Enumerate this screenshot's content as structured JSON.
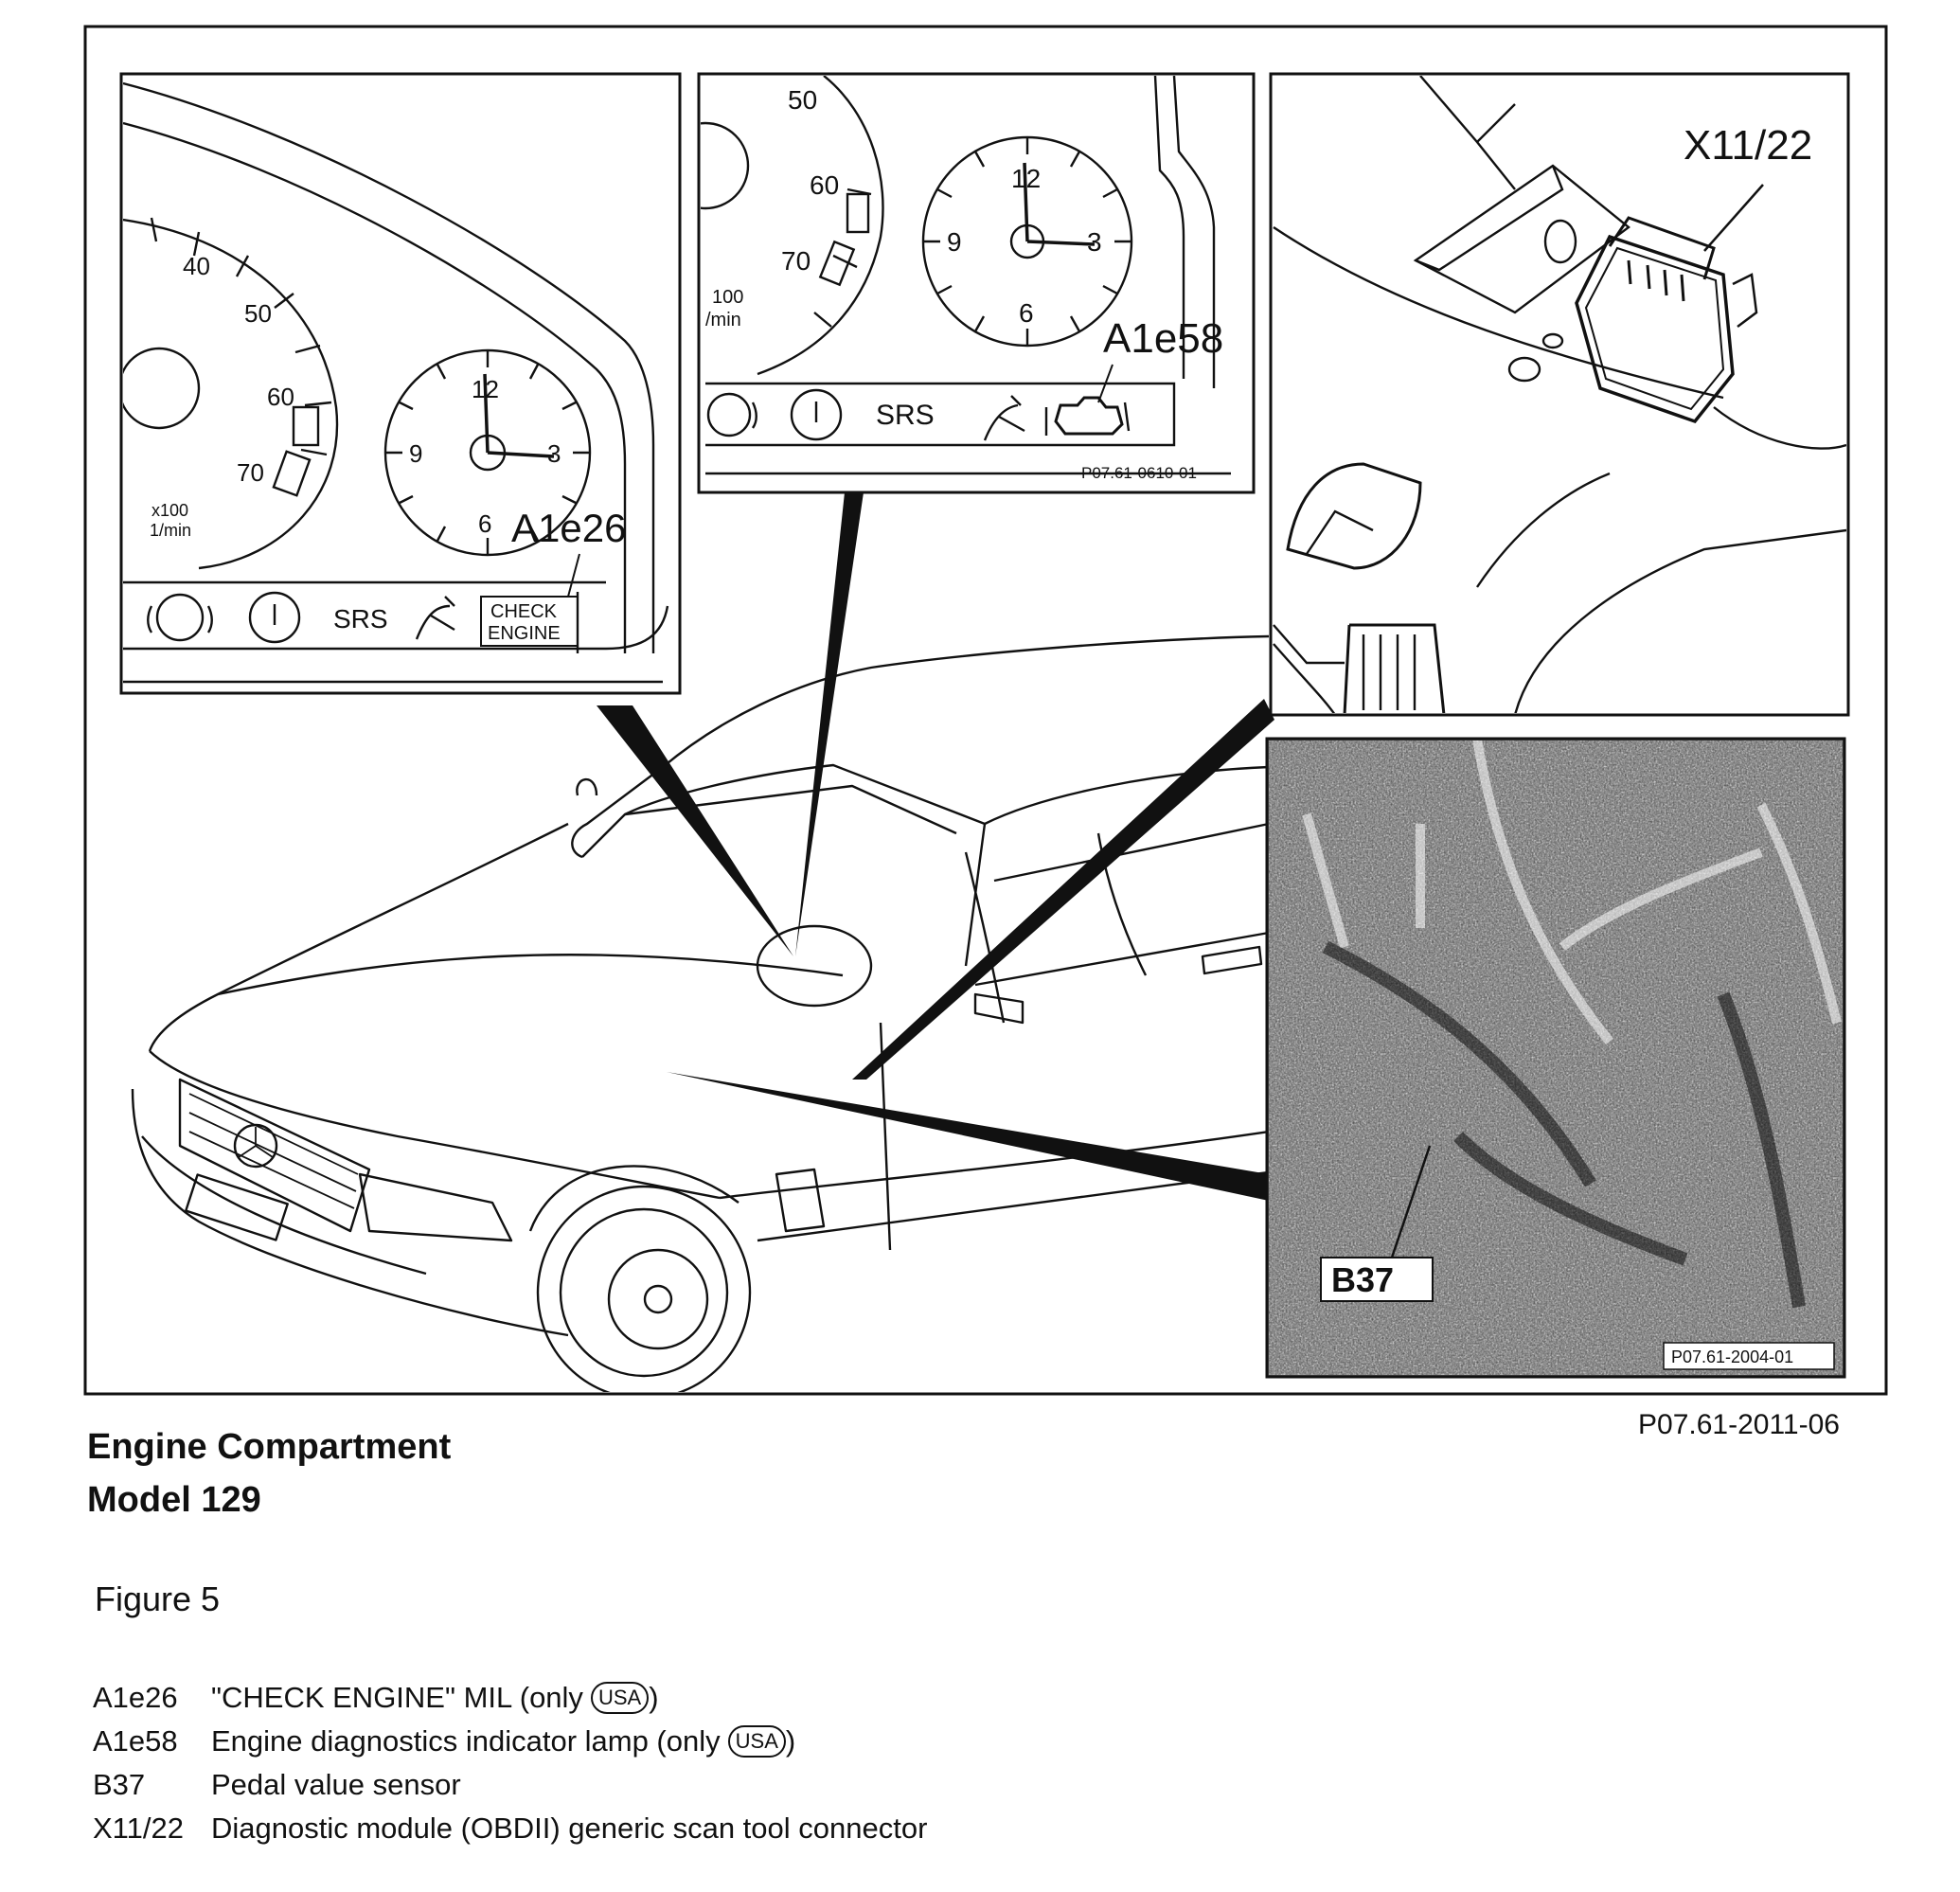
{
  "insets": {
    "cluster_left": {
      "label": "A1e26",
      "speed_ticks": [
        "40",
        "50",
        "60",
        "70"
      ],
      "rpm_unit_1": "x100",
      "rpm_unit_2": "1/min",
      "clock_ticks": [
        "12",
        "3",
        "6",
        "9"
      ],
      "indicator_srs": "SRS",
      "check_engine_1": "CHECK",
      "check_engine_2": "ENGINE"
    },
    "cluster_middle": {
      "label": "A1e58",
      "speed_ticks": [
        "50",
        "60",
        "70"
      ],
      "rpm_unit_1": "100",
      "rpm_unit_2": "/min",
      "clock_ticks": [
        "12",
        "3",
        "6",
        "9"
      ],
      "indicator_srs": "SRS",
      "code": "P07.61-0610-01"
    },
    "connector": {
      "label": "X11/22"
    },
    "photo": {
      "label": "B37",
      "code": "P07.61-2004-01"
    }
  },
  "caption": {
    "title_line1": "Engine Compartment",
    "title_line2": "Model 129",
    "code": "P07.61-2011-06",
    "figure": "Figure 5"
  },
  "legend": [
    {
      "code": "A1e26",
      "text": "\"CHECK ENGINE\" MIL (only",
      "badge": "USA",
      "tail": ")"
    },
    {
      "code": "A1e58",
      "text": "Engine diagnostics indicator lamp (only",
      "badge": "USA",
      "tail": ")"
    },
    {
      "code": "B37",
      "text": "Pedal value sensor",
      "badge": "",
      "tail": ""
    },
    {
      "code": "X11/22",
      "text": "Diagnostic module (OBDII) generic scan tool connector",
      "badge": "",
      "tail": ""
    }
  ]
}
